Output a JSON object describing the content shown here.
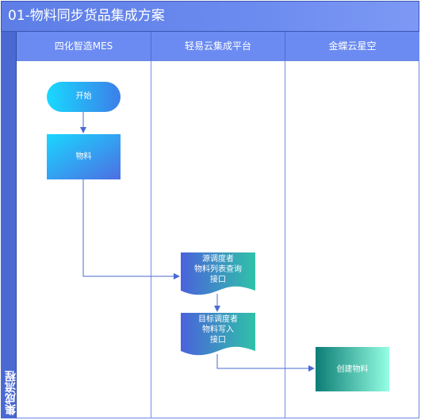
{
  "title": "01-物料同步货品集成方案",
  "side_label": "集成流程",
  "lanes": [
    "四化智造MES",
    "轻易云集成平台",
    "金蝶云星空"
  ],
  "nodes": {
    "start": "开始",
    "material": "物料",
    "source": "源调度者\n物料列表查询\n接口",
    "target": "目标调度者\n物料写入\n接口",
    "create": "创建物料"
  },
  "colors": {
    "title_bg": "#6281ea",
    "lane_header": "#6b8bf2",
    "side_strip": "#4a6ad2",
    "arrow": "#4a6ad2",
    "cyan": "#19d6ff",
    "blue": "#4a6de0",
    "teal": "#2bb9a6",
    "dark_teal": "#0d7f77",
    "mint": "#8ffbe0"
  }
}
